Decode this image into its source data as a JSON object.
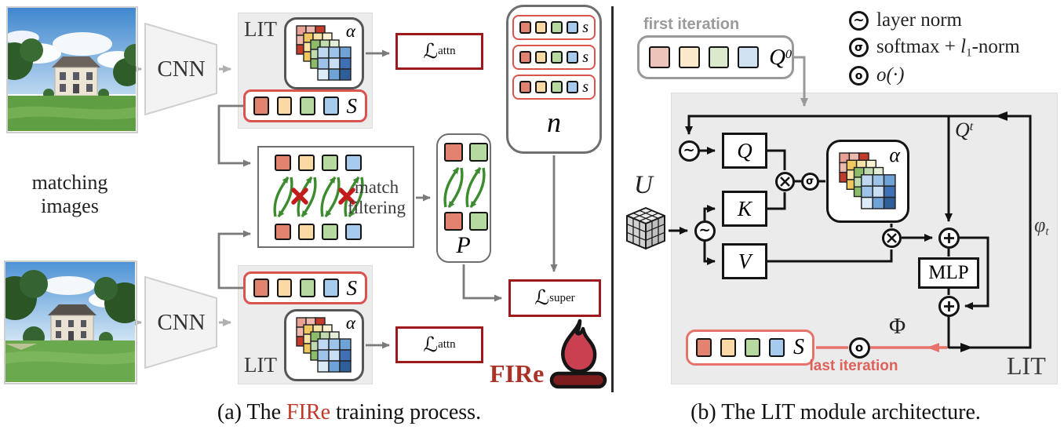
{
  "colors": {
    "sq-red": "#e2836f",
    "sq-peach": "#fbd9a4",
    "sq-green": "#b6d9a0",
    "sq-blue": "#a6cbec",
    "sq-red-pale": "#edc4b9",
    "sq-peach-pale": "#fce9cc",
    "sq-green-pale": "#dbe9cd",
    "sq-blue-pale": "#d0e1f2",
    "loss-border": "#9e1a1a",
    "s-border": "#d9534f",
    "red-accent": "#e8736c",
    "fire-text": "#a93226",
    "green-arrow": "#3d8b2f",
    "red-x": "#c11b1b",
    "gray-line": "#7a7a7a",
    "light-gray-line": "#b0b0b0",
    "entry-gray": "#999999",
    "black-line": "#111111"
  },
  "panel_a": {
    "caption_prefix": "(a) The ",
    "caption_highlight": "FIRe",
    "caption_suffix": " training process.",
    "side_label_line1": "matching",
    "side_label_line2": "images",
    "cnn_top": "CNN",
    "cnn_bottom": "CNN",
    "lit_top_label": "LIT",
    "lit_bottom_label": "LIT",
    "alpha_label": "α",
    "s_label": "S",
    "loss_attn_base": "ℒ",
    "loss_attn_sub": "attn",
    "loss_super_base": "ℒ",
    "loss_super_sub": "super",
    "match_line1": "match",
    "match_line2": "filtering",
    "p_label": "P",
    "neg_row_label": "s",
    "neg_count_label": "n",
    "fire_label": "FIRe"
  },
  "panel_b": {
    "caption": "(b) The LIT module architecture.",
    "first_iteration": "first iteration",
    "q0_base": "Q",
    "q0_sup": "0",
    "legend": [
      {
        "glyph": "∼",
        "label": "layer norm"
      },
      {
        "glyph": "σ",
        "label_pre": "softmax + ",
        "label_var": "l",
        "label_sub": "1",
        "label_post": "-norm"
      },
      {
        "glyph": "o",
        "label": "o(·)"
      }
    ],
    "u_label": "U",
    "q_box": "Q",
    "k_box": "K",
    "v_box": "V",
    "alpha_label": "α",
    "qt_base": "Q",
    "qt_sup": "t",
    "phi_feedback_base": "φ",
    "phi_feedback_sub": "t",
    "mlp_label": "MLP",
    "phi_out": "Φ",
    "o_glyph": "o",
    "sigma_glyph": "σ",
    "tilde_glyph": "∼",
    "last_iteration": "last iteration",
    "s_label": "S",
    "lit_label": "LIT"
  }
}
